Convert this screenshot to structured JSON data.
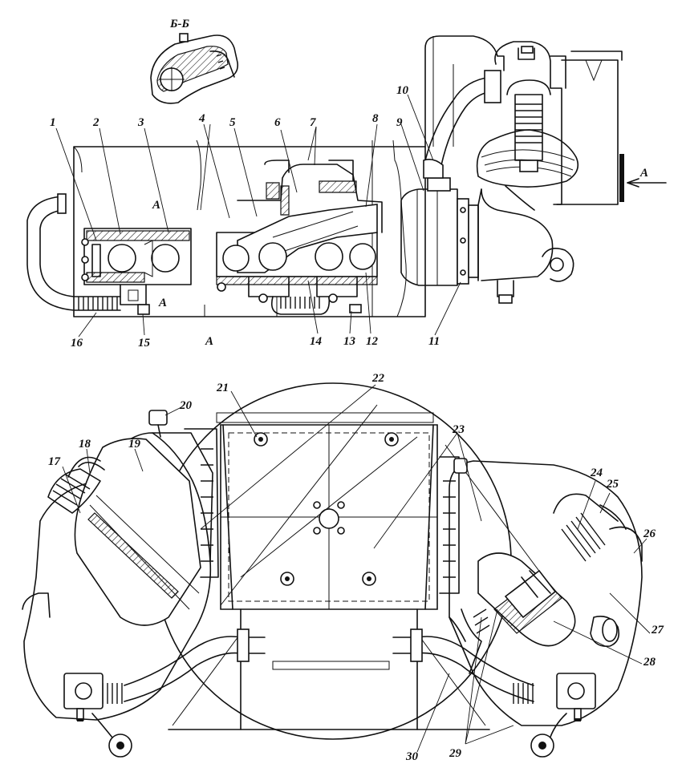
{
  "section_label": "Б-Б",
  "view_arrow_label": "А",
  "section_marks": [
    "А",
    "А",
    "А"
  ],
  "callouts": [
    "1",
    "2",
    "3",
    "4",
    "5",
    "6",
    "7",
    "8",
    "9",
    "10",
    "11",
    "12",
    "13",
    "14",
    "15",
    "16",
    "17",
    "18",
    "19",
    "20",
    "21",
    "22",
    "23",
    "24",
    "25",
    "26",
    "27",
    "28",
    "29",
    "30"
  ]
}
